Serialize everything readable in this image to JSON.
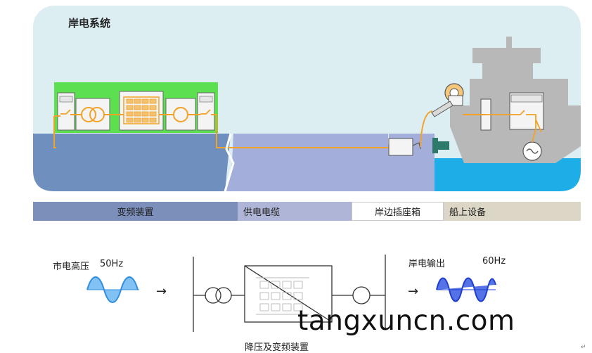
{
  "title": "岸电系统",
  "bands": {
    "converter": "变频装置",
    "cable": "供电电缆",
    "socket_box": "岸边插座箱",
    "ship_equipment": "船上设备"
  },
  "flow": {
    "input_label": "市电高压",
    "input_freq": "50Hz",
    "arrow1": "→",
    "arrow2": "→",
    "output_label": "岸电输出",
    "output_freq": "60Hz",
    "device_caption": "降压及变频装置"
  },
  "watermark": "tangxuncn.com",
  "corner_mark": "↵",
  "colors": {
    "sky": "#ddeef3",
    "converter_area": "#6f8fbf",
    "cable_area": "#a4aedb",
    "sea": "#1eaee7",
    "green_housing": "#5de050",
    "cable": "#f3a227",
    "ship": "#b8b8b8",
    "wave_input": "#2f8ee0",
    "wave_output": "#1f3fd0"
  }
}
